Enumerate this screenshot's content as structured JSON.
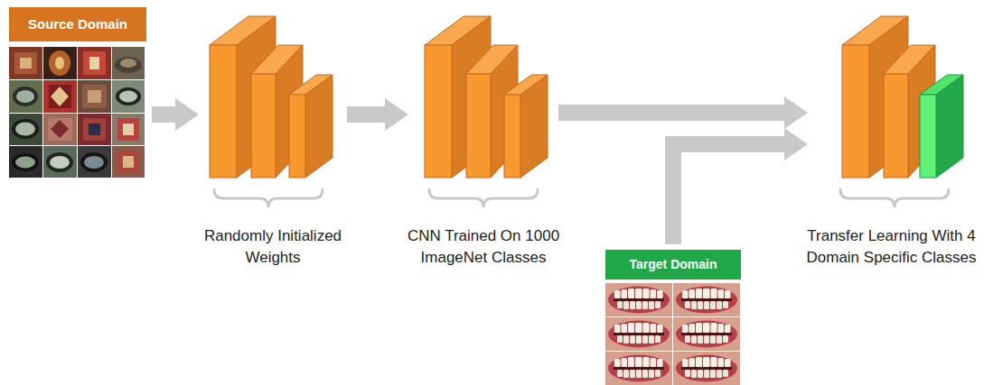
{
  "diagram": {
    "nodes": [
      {
        "text": [
          "Source Domain"
        ]
      },
      {
        "text": [
          "Randomly Initialized Weights"
        ]
      },
      {
        "text": [
          "CNN Trained On 1000 ImageNet Classes"
        ]
      },
      {
        "text": [
          "Target Domain"
        ]
      },
      {
        "text": [
          "Transfer Learning With 4 Domain Specific Classes"
        ]
      }
    ],
    "edges": [
      {
        "from": 0,
        "to": 1,
        "arrow": "to"
      },
      {
        "from": 1,
        "to": 2,
        "arrow": "to"
      },
      {
        "from": 2,
        "to": 4,
        "arrow": "to"
      },
      {
        "from": 3,
        "to": 4,
        "arrow": "to"
      }
    ]
  }
}
